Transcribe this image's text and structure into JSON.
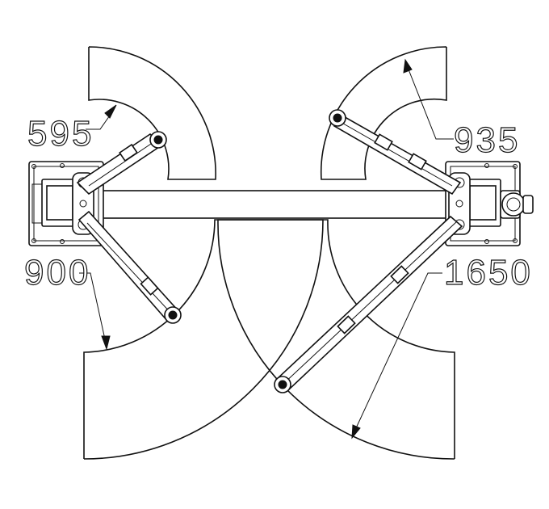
{
  "dimensions": {
    "front_left_swing": "595",
    "front_right_swing": "935",
    "rear_left_swing": "900",
    "rear_right_swing": "1650"
  }
}
